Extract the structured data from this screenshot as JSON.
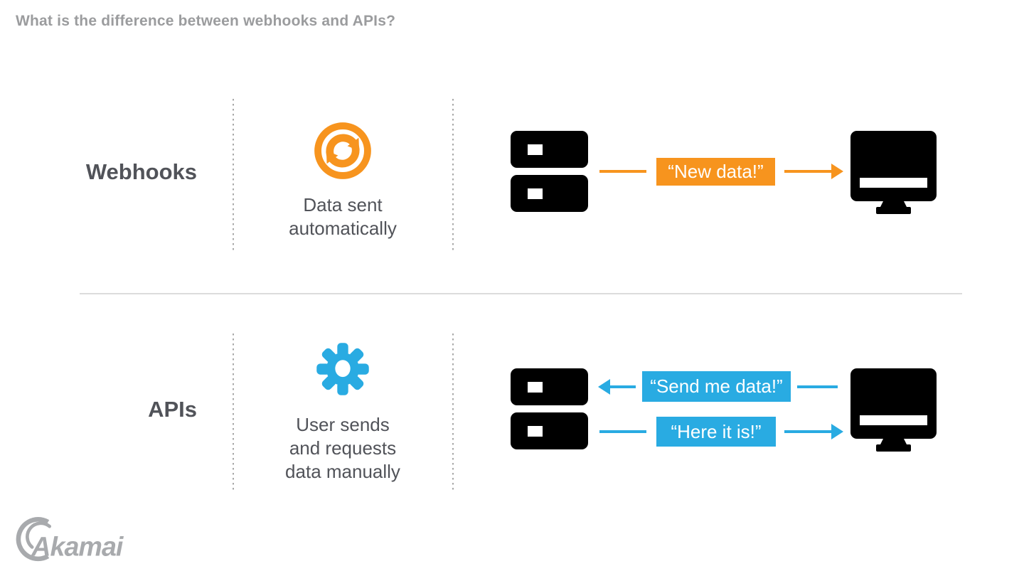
{
  "title": "What is the difference between webhooks and APIs?",
  "colors": {
    "orange": "#F7941E",
    "blue": "#29ABE2",
    "ink": "#515359",
    "title_gray": "#9B9C9E",
    "dot": "#A8A8A8",
    "divider": "#DCDCDC",
    "logo_gray": "#A8AAAD",
    "icon_black": "#000000"
  },
  "webhooks": {
    "label": "Webhooks",
    "icon": "sync-icon",
    "caption": "Data sent\nautomatically",
    "message": "“New data!”"
  },
  "apis": {
    "label": "APIs",
    "icon": "gear-icon",
    "caption": "User sends\nand requests\ndata manually",
    "request_message": "“Send me data!”",
    "response_message": "“Here it is!”"
  },
  "logo": {
    "brand": "Akamai"
  }
}
